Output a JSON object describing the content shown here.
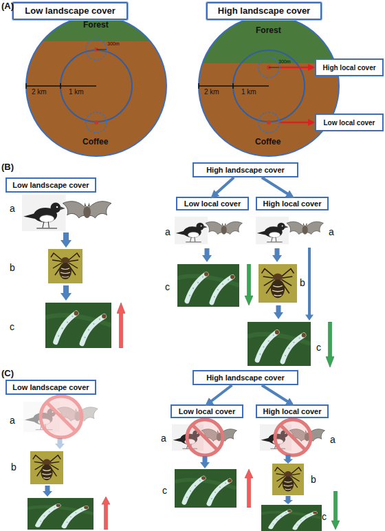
{
  "diagram": {
    "nodes": [
      {
        "text": [
          "Low landscape cover"
        ]
      },
      {
        "text": [
          "High landscape cover"
        ]
      },
      {
        "text": [
          "High local cover"
        ]
      },
      {
        "text": [
          "Low local cover"
        ]
      },
      {
        "text": [
          "Low landscape cover"
        ]
      },
      {
        "text": [
          "High landscape cover"
        ]
      },
      {
        "text": [
          "Low local cover"
        ]
      },
      {
        "text": [
          "High local cover"
        ]
      },
      {
        "text": [
          "Low landscape cover"
        ]
      },
      {
        "text": [
          "High landscape cover"
        ]
      },
      {
        "text": [
          "Low local cover"
        ]
      },
      {
        "text": [
          "High local cover"
        ]
      }
    ],
    "edges": [
      {
        "from": 5,
        "to": 6,
        "arrow": "to"
      },
      {
        "from": 5,
        "to": 7,
        "arrow": "to"
      },
      {
        "from": 9,
        "to": 10,
        "arrow": "to"
      },
      {
        "from": 9,
        "to": 11,
        "arrow": "to"
      }
    ],
    "labels": [
      "(A)",
      "Forest",
      "300m",
      "2 km",
      "1 km",
      "Coffee",
      "Forest",
      "300m",
      "2 km",
      "1 km",
      "Coffee",
      "(B)",
      "a",
      "b",
      "c",
      "a",
      "c",
      "a",
      "b",
      "c",
      "(C)",
      "a",
      "b",
      "a",
      "c",
      "a",
      "b",
      "c"
    ]
  }
}
